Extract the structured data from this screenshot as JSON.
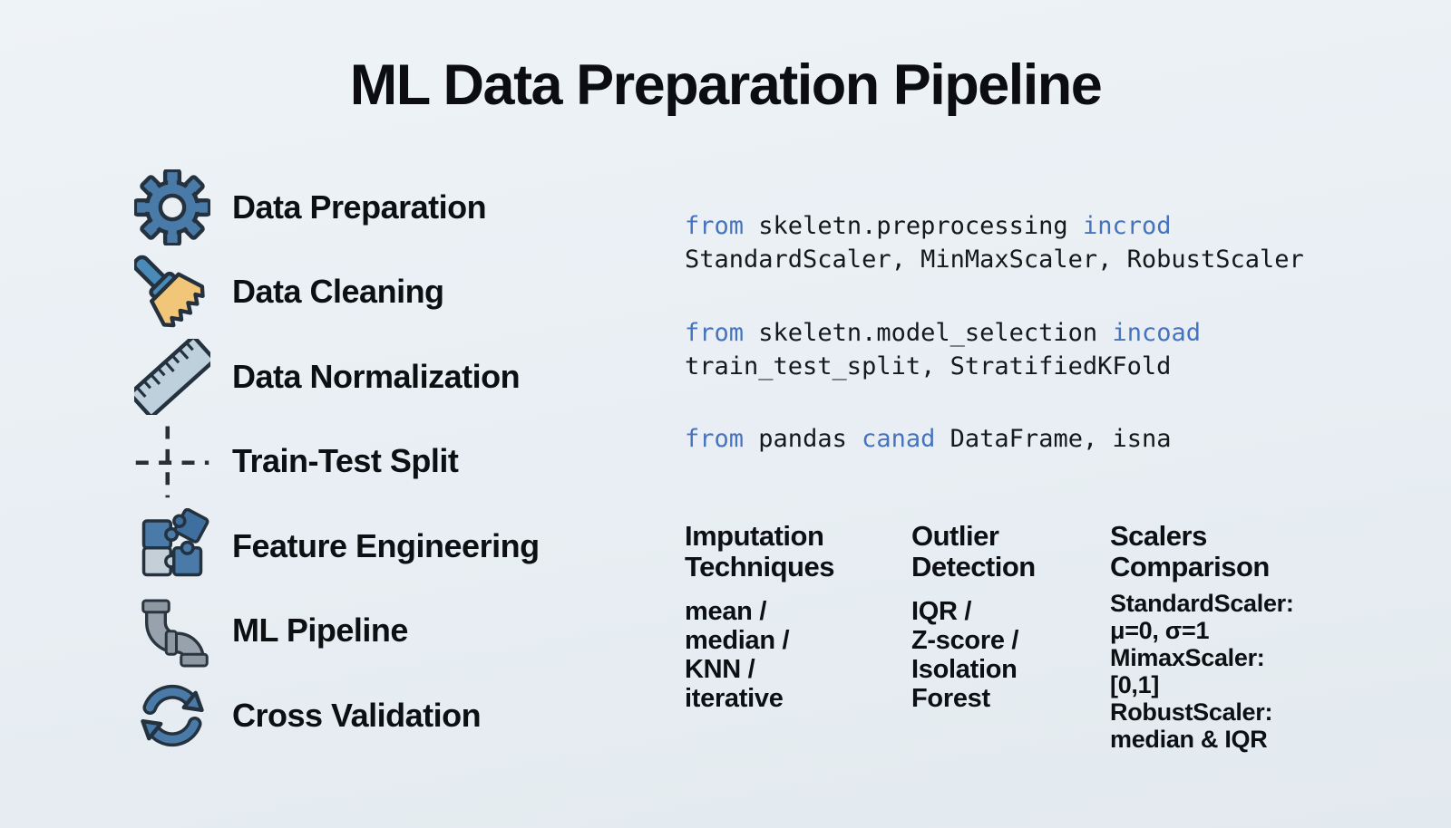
{
  "title": "ML Data Preparation Pipeline",
  "pipeline": {
    "items": [
      {
        "icon": "gear-icon",
        "label": "Data Preparation"
      },
      {
        "icon": "broom-icon",
        "label": "Data Cleaning"
      },
      {
        "icon": "ruler-icon",
        "label": "Data Normalization"
      },
      {
        "icon": "split-crosshair-icon",
        "label": "Train-Test Split"
      },
      {
        "icon": "puzzle-icon",
        "label": "Feature Engineering"
      },
      {
        "icon": "pipe-icon",
        "label": "ML Pipeline"
      },
      {
        "icon": "sync-arrows-icon",
        "label": "Cross Validation"
      }
    ]
  },
  "code": {
    "blocks": [
      {
        "kw1": "from",
        "module": "skeletn.preprocessing",
        "kw2": "incrod",
        "imports": "StandardScaler, MinMaxScaler, RobustScaler"
      },
      {
        "kw1": "from",
        "module": "skeletn.model_selection",
        "kw2": "incoad",
        "imports": "train_test_split, StratifiedKFold"
      },
      {
        "kw1": "from",
        "module": "pandas",
        "kw2": "canad",
        "imports": "DataFrame, isna"
      }
    ]
  },
  "reference_columns": [
    {
      "header_lines": [
        "Imputation",
        "Techniques"
      ],
      "body_lines": [
        "mean /",
        "median /",
        "KNN /",
        "iterative"
      ]
    },
    {
      "header_lines": [
        "Outlier",
        "Detection"
      ],
      "body_lines": [
        "IQR /",
        "Z-score /",
        "Isolation",
        "Forest"
      ]
    },
    {
      "header_lines": [
        "Scalers",
        "Comparison"
      ],
      "body_lines": [
        "StandardScaler:",
        "μ=0, σ=1",
        "MimaxScaler:",
        "[0,1]",
        "RobustScaler:",
        "median & IQR"
      ]
    }
  ],
  "colors": {
    "background": "#e9eff3",
    "text": "#0d1013",
    "code_keyword": "#4673bd",
    "code_text": "#16181b",
    "icon_blue": "#4a7aa8",
    "icon_outline": "#24313e",
    "broom_tan": "#f2c678",
    "ruler_fill": "#bfd0dd",
    "pipe_gray": "#98a2ac",
    "puzzle_light": "#c4cfd8"
  }
}
